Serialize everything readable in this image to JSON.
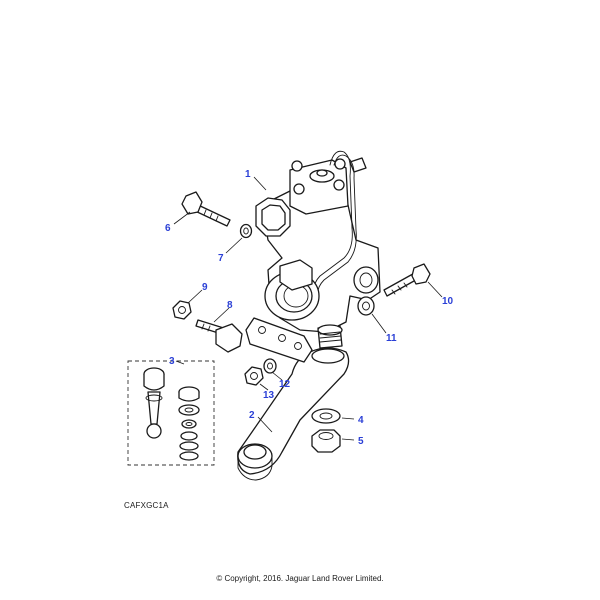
{
  "diagram": {
    "reference_code": "CAFXGC1A",
    "copyright": "© Copyright, 2016. Jaguar Land Rover Limited.",
    "callouts": [
      "1",
      "2",
      "3",
      "4",
      "5",
      "6",
      "7",
      "8",
      "9",
      "10",
      "11",
      "12",
      "13"
    ],
    "colors": {
      "callout": "#2a3fd6",
      "line": "#1a1a1a",
      "background": "#ffffff"
    }
  }
}
